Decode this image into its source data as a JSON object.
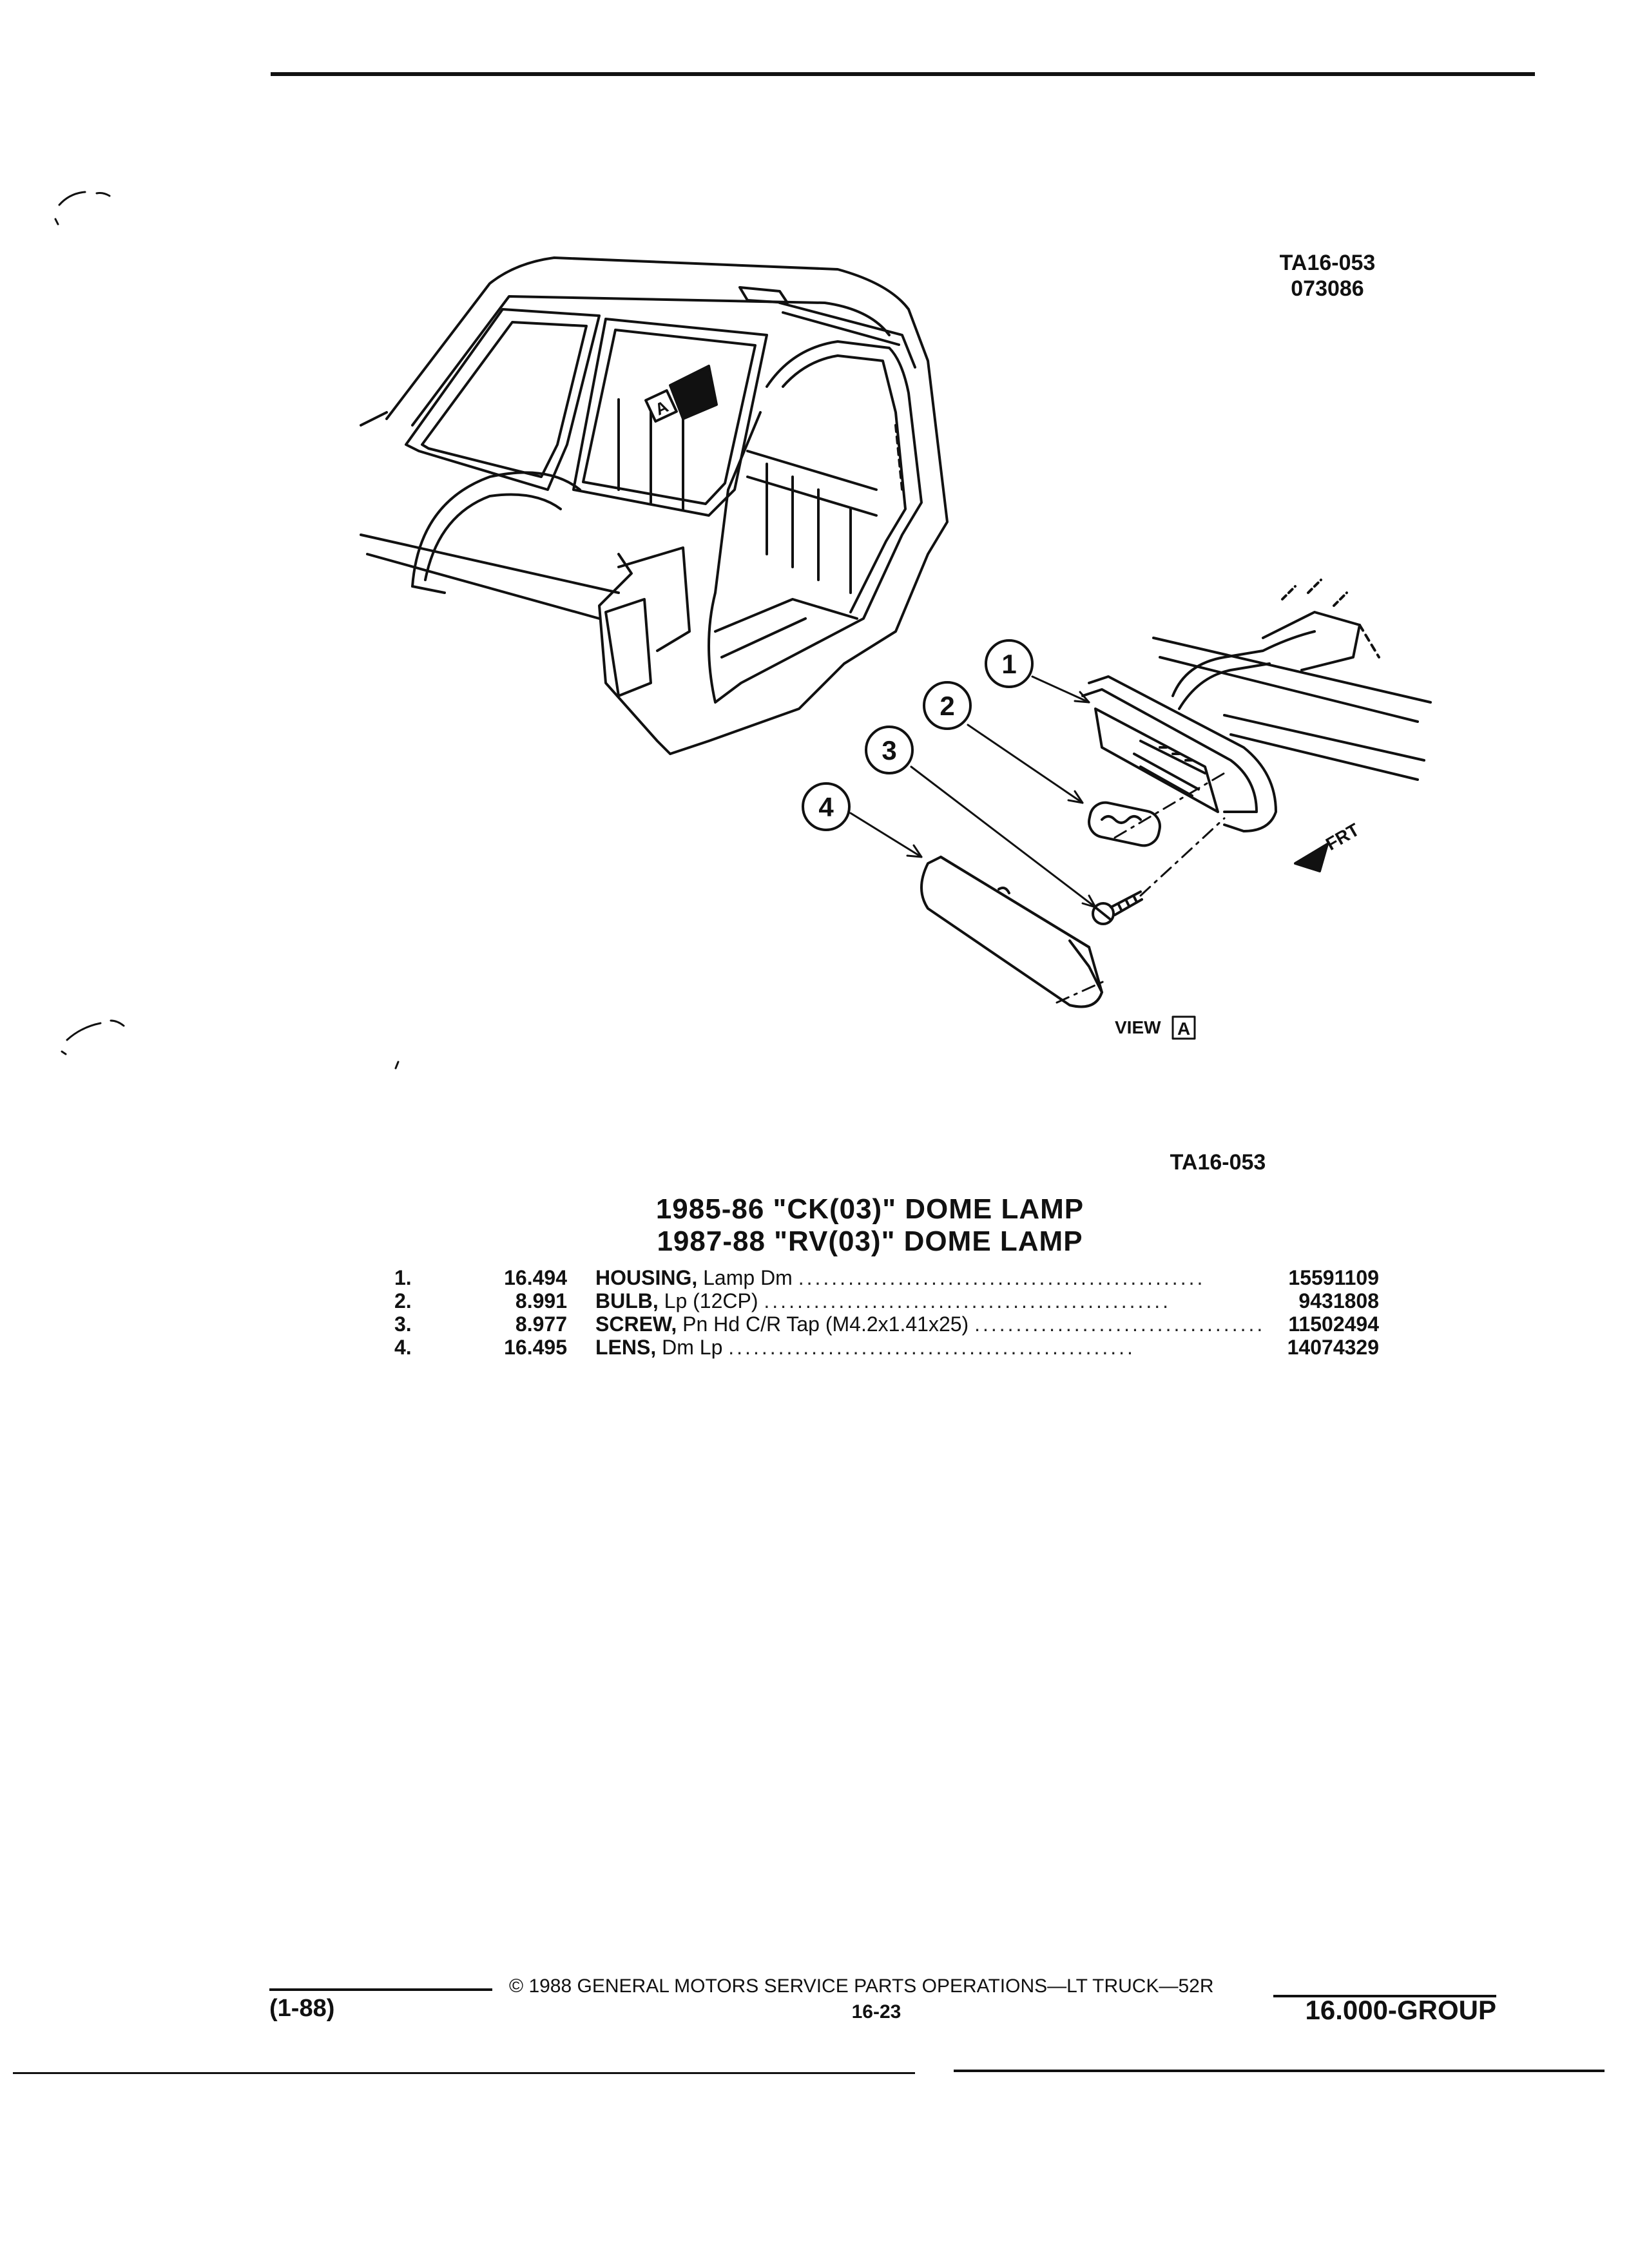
{
  "header": {
    "code_1": "TA16-053",
    "code_2": "073086"
  },
  "illustration": {
    "callouts": [
      "1",
      "2",
      "3",
      "4"
    ],
    "view_marker_letter": "A",
    "view_label": "VIEW",
    "view_box_letter": "A",
    "front_label": "FRT",
    "figure_code": "TA16-053"
  },
  "title": {
    "line_1": "1985-86 \"CK(03)\" DOME LAMP",
    "line_2": "1987-88 \"RV(03)\" DOME LAMP"
  },
  "parts": [
    {
      "num": "1.",
      "group": "16.494",
      "name": "HOUSING,",
      "detail": "Lamp Dm",
      "part_no": "15591109"
    },
    {
      "num": "2.",
      "group": "8.991",
      "name": "BULB,",
      "detail": "Lp (12CP)",
      "part_no": "9431808"
    },
    {
      "num": "3.",
      "group": "8.977",
      "name": "SCREW,",
      "detail": "Pn Hd C/R Tap (M4.2x1.41x25)",
      "part_no": "11502494"
    },
    {
      "num": "4.",
      "group": "16.495",
      "name": "LENS,",
      "detail": "Dm Lp",
      "part_no": "14074329"
    }
  ],
  "footer": {
    "copyright": "© 1988 GENERAL MOTORS SERVICE PARTS OPERATIONS—LT TRUCK—52R",
    "date_code": "(1-88)",
    "page": "16-23",
    "group": "16.000-GROUP"
  }
}
